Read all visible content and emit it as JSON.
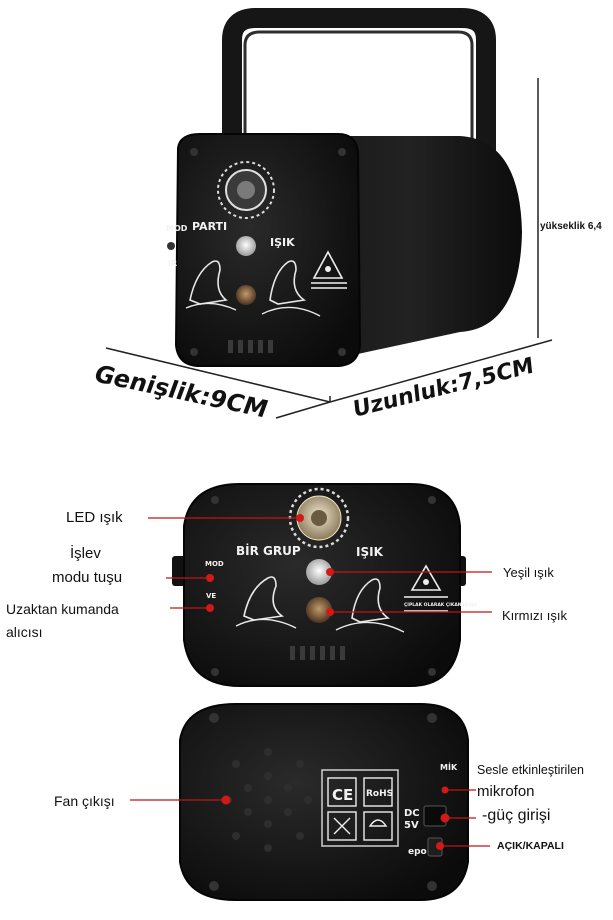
{
  "dimensions": {
    "width": "Genişlik:9CM",
    "length": "Uzunluk:7,5CM",
    "height": "yükseklik 6,4"
  },
  "top_device": {
    "mod_label": "MOD",
    "ir_label": "IR",
    "left_word": "PARTI",
    "right_word": "IŞIK"
  },
  "front_view": {
    "title_left": "BİR GRUP",
    "title_right": "IŞIK",
    "mod_label": "MOD",
    "ve_label": "VE",
    "warning_sticker": "ÇIPLAK OLARAK ÇIKAN IŞINA"
  },
  "callouts_front": {
    "led": "LED ışık",
    "function_line1": "İşlev",
    "function_line2": "modu tuşu",
    "remote_line1": "Uzaktan kumanda",
    "remote_line2": "alıcısı",
    "green": "Yeşil ışık",
    "red": "Kırmızı ışık"
  },
  "back_view": {
    "mic_label": "MİK",
    "dc_label": "DC",
    "dc_volt": "5V",
    "switch_label": "epo",
    "ce_mark": "CE",
    "rohs_mark": "RoHS"
  },
  "callouts_back": {
    "fan": "Fan çıkışı",
    "sound_line1": "Sesle etkinleştirilen",
    "sound_line2": "mikrofon",
    "power": "-güç girişi",
    "onoff": "AÇIK/KAPALI"
  },
  "colors": {
    "device_body": "#141414",
    "callout_dot": "#d11919",
    "callout_line": "#c01515"
  }
}
